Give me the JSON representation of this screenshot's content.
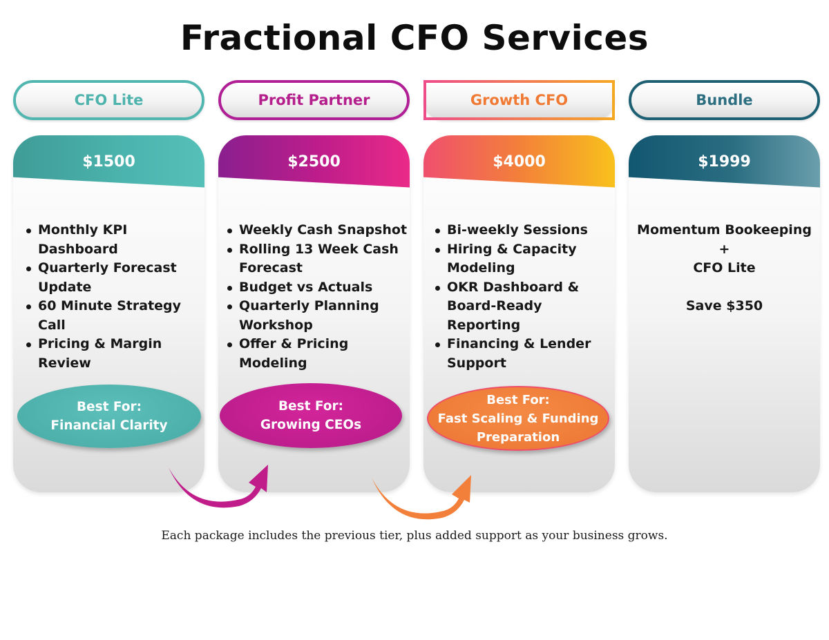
{
  "page": {
    "title": "Fractional CFO Services",
    "footnote": "Each package includes the previous tier, plus added support as your business grows."
  },
  "packages": [
    {
      "name": "CFO Lite",
      "price": "$1500",
      "accent": "#4fb3ad",
      "features": [
        "Monthly KPI Dashboard",
        "Quarterly Forecast Update",
        "60 Minute Strategy Call",
        "Pricing & Margin Review"
      ],
      "best_for_label": "Best For:",
      "best_for_lines": [
        "Financial Clarity"
      ]
    },
    {
      "name": "Profit Partner",
      "price": "$2500",
      "accent": "#c8208c",
      "features": [
        "Weekly Cash Snapshot",
        "Rolling 13 Week Cash Forecast",
        "Budget vs Actuals",
        "Quarterly Planning Workshop",
        "Offer & Pricing Modeling"
      ],
      "best_for_label": "Best For:",
      "best_for_lines": [
        "Growing CEOs"
      ]
    },
    {
      "name": "Growth CFO",
      "price": "$4000",
      "accent": "#f3803a",
      "features": [
        "Bi-weekly Sessions",
        "Hiring & Capacity Modeling",
        "OKR Dashboard & Board-Ready Reporting",
        "Financing & Lender Support"
      ],
      "best_for_label": "Best For:",
      "best_for_lines": [
        "Fast Scaling & Funding",
        "Preparation"
      ]
    },
    {
      "name": "Bundle",
      "price": "$1999",
      "accent": "#1f6b7e",
      "bundle_lines": [
        "Momentum Bookeeping",
        "+",
        "CFO Lite"
      ],
      "savings": "Save $350"
    }
  ]
}
